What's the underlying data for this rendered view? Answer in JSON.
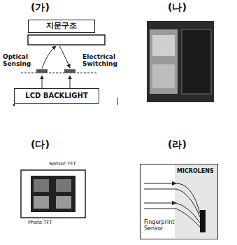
{
  "diagram": {
    "nodes": [
      {
        "text": [
          "지문구조"
        ]
      },
      {
        "text": [
          "LCD BACKLIGHT"
        ]
      },
      {
        "text": [
          "Fingerprint Sensor"
        ]
      }
    ],
    "labels": [
      "(가)",
      "(나)",
      "(다)",
      "(라)",
      "Optical Sensing",
      "Electrical Switching",
      "Sensor TFT",
      "Photo TFT",
      "MICROLENS"
    ]
  }
}
